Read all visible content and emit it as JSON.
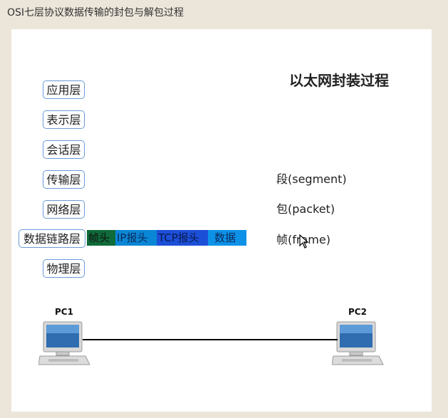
{
  "header": {
    "title": "OSI七层协议数据传输的封包与解包过程"
  },
  "slide": {
    "title": "以太网封装过程",
    "layers": [
      {
        "label": "应用层"
      },
      {
        "label": "表示层"
      },
      {
        "label": "会话层"
      },
      {
        "label": "传输层"
      },
      {
        "label": "网络层"
      },
      {
        "label": "数据链路层"
      },
      {
        "label": "物理层"
      }
    ],
    "frame_segments": [
      {
        "label": "帧头",
        "color": "#0f6b3a"
      },
      {
        "label": "IP报头",
        "color": "#0a86d6"
      },
      {
        "label": "TCP报头",
        "color": "#1c4fd8"
      },
      {
        "label": "数据",
        "color": "#0d92e8"
      }
    ],
    "units": [
      {
        "label": "段(segment)"
      },
      {
        "label": "包(packet)"
      },
      {
        "label": "帧(frame)"
      }
    ],
    "pcs": [
      {
        "label": "PC1"
      },
      {
        "label": "PC2"
      }
    ]
  }
}
